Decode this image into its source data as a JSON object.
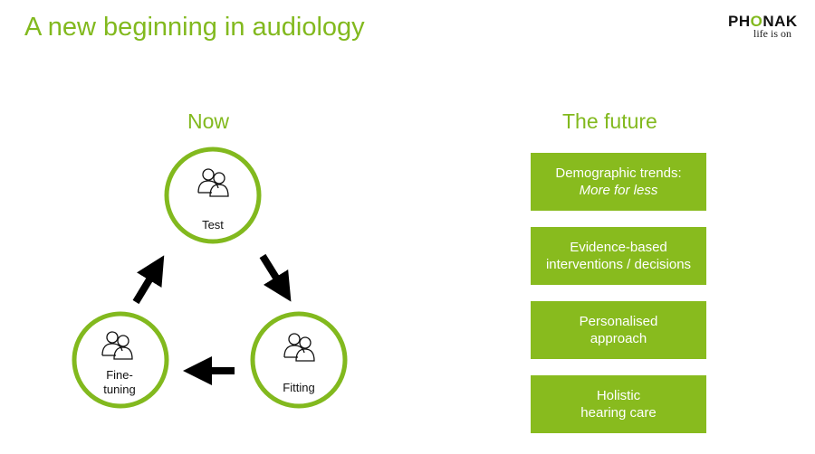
{
  "title": "A new beginning in audiology",
  "logo": {
    "wordmark": "PHONAK",
    "tagline": "life is on"
  },
  "now": {
    "heading": "Now",
    "steps": [
      {
        "label": "Test"
      },
      {
        "label": "Fitting"
      },
      {
        "label": "Fine-\ntuning"
      }
    ]
  },
  "future": {
    "heading": "The future",
    "items": [
      {
        "line1": "Demographic trends:",
        "line2": "More for less",
        "italic2": true
      },
      {
        "line1": "Evidence-based",
        "line2": "interventions / decisions"
      },
      {
        "line1": "Personalised",
        "line2": "approach"
      },
      {
        "line1": "Holistic",
        "line2": "hearing care"
      }
    ]
  },
  "colors": {
    "accent": "#82b91e",
    "box": "#88bb1e"
  }
}
